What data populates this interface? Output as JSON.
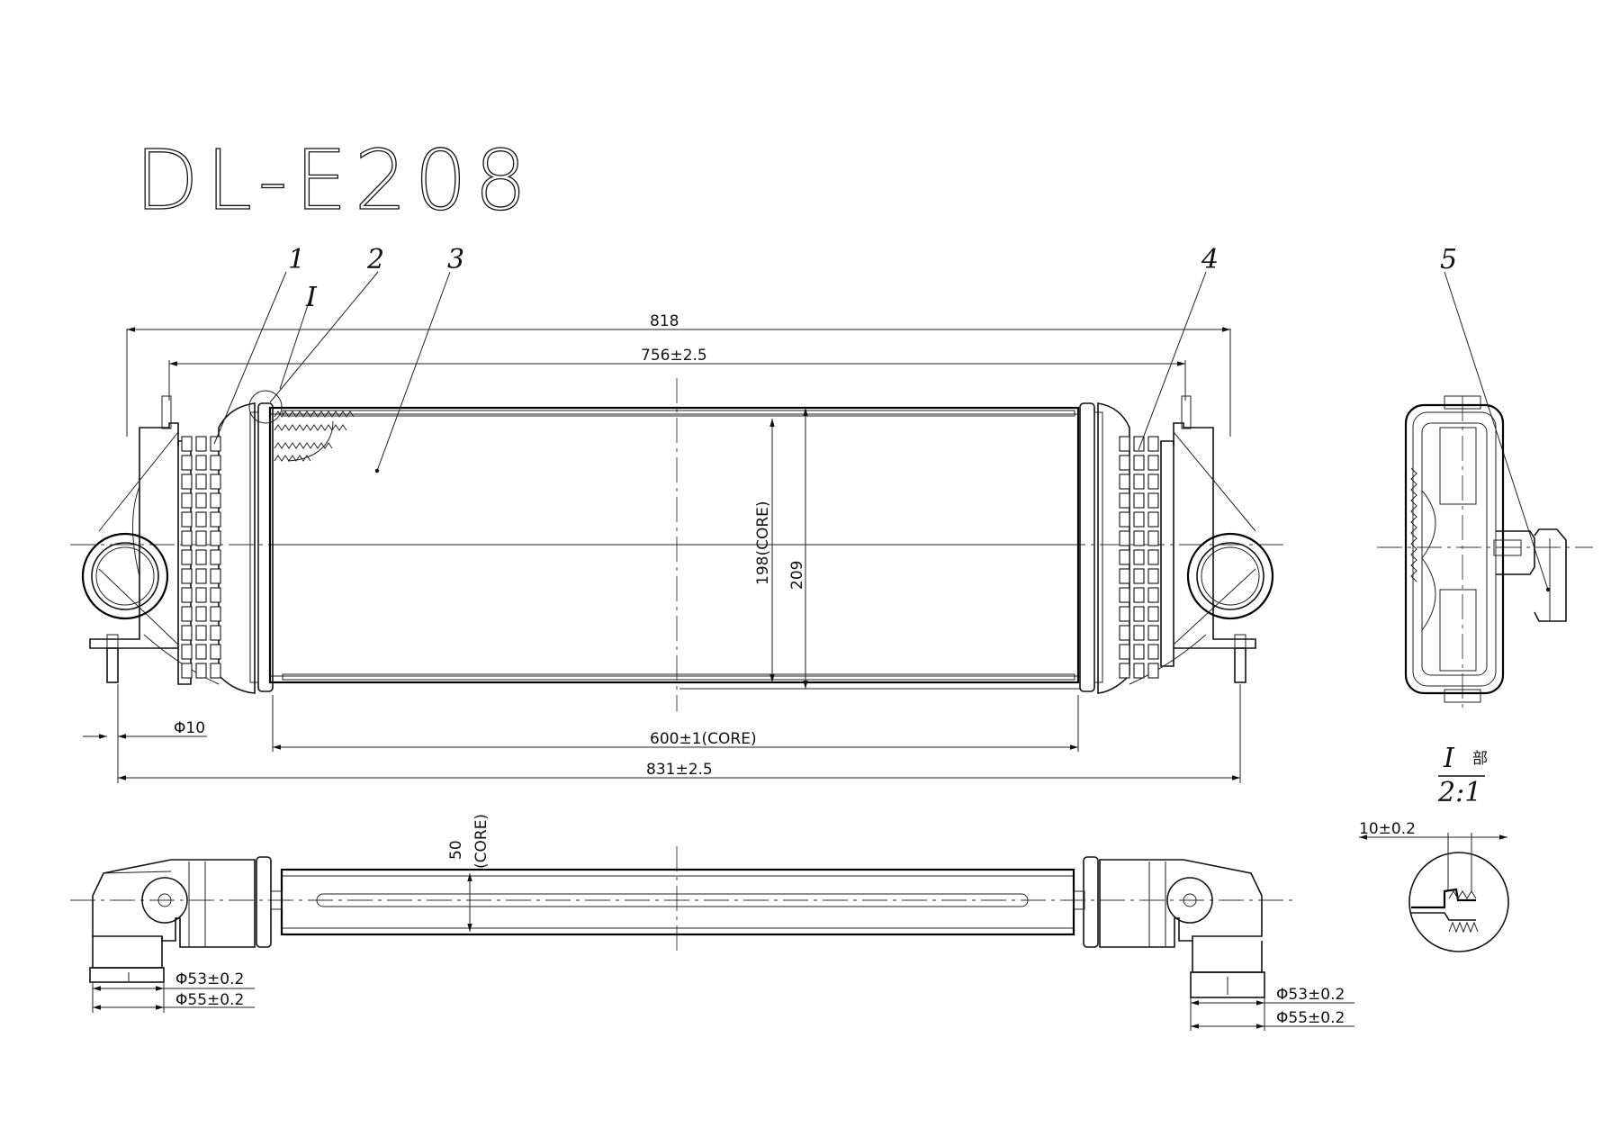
{
  "title": "DL-E208",
  "labels": {
    "part1": "1",
    "part2": "2",
    "part3": "3",
    "part4": "4",
    "part5": "5",
    "detail_ref": "I"
  },
  "dimensions": {
    "overall_width": "818",
    "mount_width": "756±2.5",
    "core_height": "198(CORE)",
    "total_height": "209",
    "core_width": "600±1(CORE)",
    "total_length": "831±2.5",
    "pin_diameter": "Φ10",
    "core_thickness": "50",
    "core_thickness_note": "(CORE)",
    "left_inner_dia": "Φ53±0.2",
    "left_outer_dia": "Φ55±0.2",
    "right_inner_dia": "Φ53±0.2",
    "right_outer_dia": "Φ55±0.2",
    "detail_dim": "10±0.2"
  },
  "detail": {
    "ref": "I",
    "suffix": "部",
    "scale": "2:1"
  }
}
